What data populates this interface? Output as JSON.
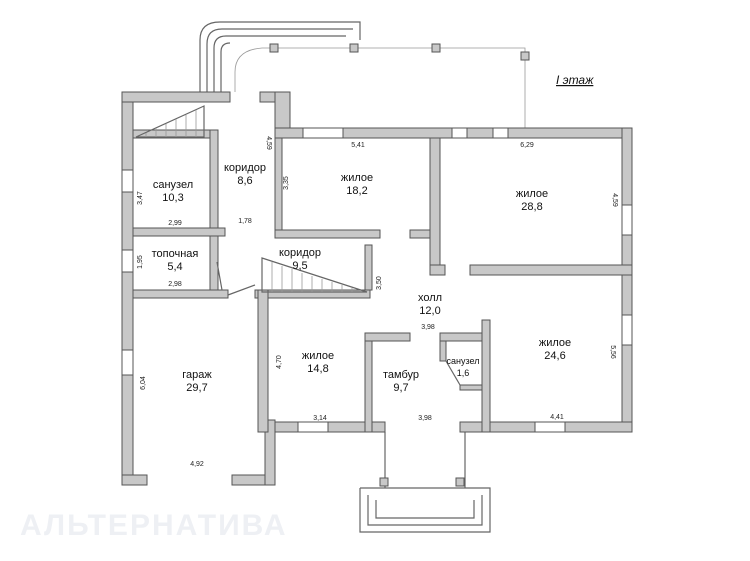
{
  "title": "I этаж",
  "watermark": "АЛЬТЕРНАТИВА",
  "rooms": [
    {
      "name": "санузел",
      "area": "10,3"
    },
    {
      "name": "коридор",
      "area": "8,6"
    },
    {
      "name": "жилое",
      "area": "18,2"
    },
    {
      "name": "жилое",
      "area": "28,8"
    },
    {
      "name": "топочная",
      "area": "5,4"
    },
    {
      "name": "коридор",
      "area": "9,5"
    },
    {
      "name": "холл",
      "area": "12,0"
    },
    {
      "name": "гараж",
      "area": "29,7"
    },
    {
      "name": "жилое",
      "area": "14,8"
    },
    {
      "name": "тамбур",
      "area": "9,7"
    },
    {
      "name": "санузел",
      "area": "1,6"
    },
    {
      "name": "жилое",
      "area": "24,6"
    }
  ],
  "dimensions": [
    "4,59",
    "5,41",
    "6,29",
    "3,35",
    "4,59",
    "3,47",
    "2,99",
    "1,78",
    "1,95",
    "2,98",
    "3,50",
    "3,98",
    "4,70",
    "6,04",
    "5,56",
    "3,14",
    "3,98",
    "4,41",
    "4,92"
  ]
}
